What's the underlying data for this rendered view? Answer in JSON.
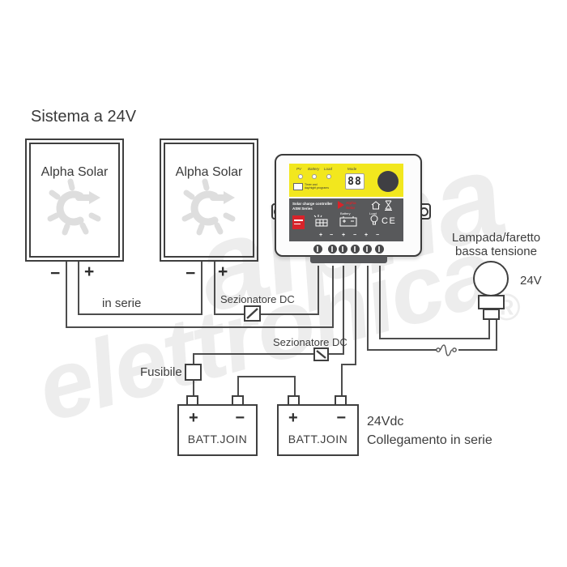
{
  "title": "Sistema a 24V",
  "watermark": {
    "line1": "alpha",
    "line2": "elettronica",
    "reg": "®"
  },
  "signs": {
    "plus": "+",
    "minus": "−"
  },
  "panels": {
    "label": "Alpha Solar",
    "series_label": "in serie"
  },
  "controller": {
    "leds": {
      "pv": "PV",
      "battery": "Battery",
      "load": "Load"
    },
    "timer_note_line1": "Timer and",
    "timer_note_line2": "day/night programs",
    "mode_label": "Mode",
    "display_value": "88",
    "product_line1": "Solar charge controller",
    "product_line2": "ASM Series",
    "brand_line1": "Alpha",
    "brand_line2": "Solar",
    "pv_label": "PV",
    "battery_label": "Battery",
    "load_label": "Load",
    "ce_mark": "CE"
  },
  "components": {
    "disconnect1_label": "Sezionatore DC",
    "disconnect2_label": "Sezionatore DC",
    "fuse_label": "Fusibile",
    "lamp_label_line1": "Lampada/faretto",
    "lamp_label_line2": "bassa tensione",
    "lamp_voltage": "24V",
    "battery1_label": "BATT.JOIN",
    "battery2_label": "BATT.JOIN",
    "output_line1": "24Vdc",
    "output_line2": "Collegamento in serie"
  },
  "colors": {
    "accent_yellow": "#f2e71e",
    "panel_gray": "#58595b",
    "brand_red": "#d8232a",
    "wire": "#4d4d4d"
  }
}
